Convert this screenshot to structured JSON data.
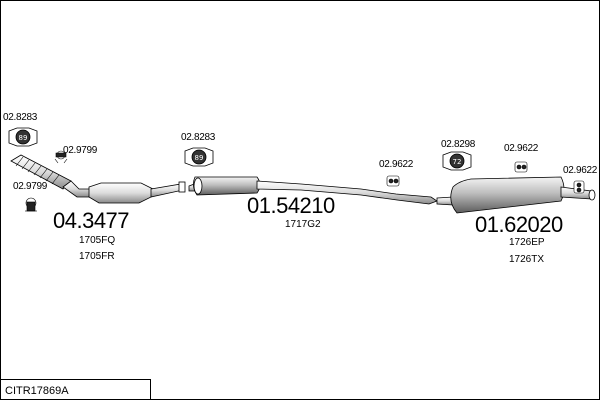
{
  "diagram": {
    "reference": "CITR17869A",
    "parts": {
      "front_pipe": {
        "number": "04.3477",
        "codes": [
          "1705FQ",
          "1705FR"
        ]
      },
      "middle_silencer": {
        "number": "01.54210",
        "codes": [
          "1717G2"
        ]
      },
      "rear_silencer": {
        "number": "01.62020",
        "codes": [
          "1726EP",
          "1726TX"
        ]
      }
    },
    "fittings": {
      "gasket_front": "02.8283",
      "clamp_front_upper": "02.9799",
      "clamp_front_lower": "02.9799",
      "gasket_middle": "02.8283",
      "hanger_middle": "02.9622",
      "gasket_rear": "02.8298",
      "hanger_rear_1": "02.9622",
      "hanger_rear_2": "02.9622"
    },
    "gasket_badges": {
      "front": "89",
      "middle": "89",
      "rear": "72"
    },
    "colors": {
      "line": "#000000",
      "fill": "#ffffff",
      "shade": "#888888"
    }
  }
}
